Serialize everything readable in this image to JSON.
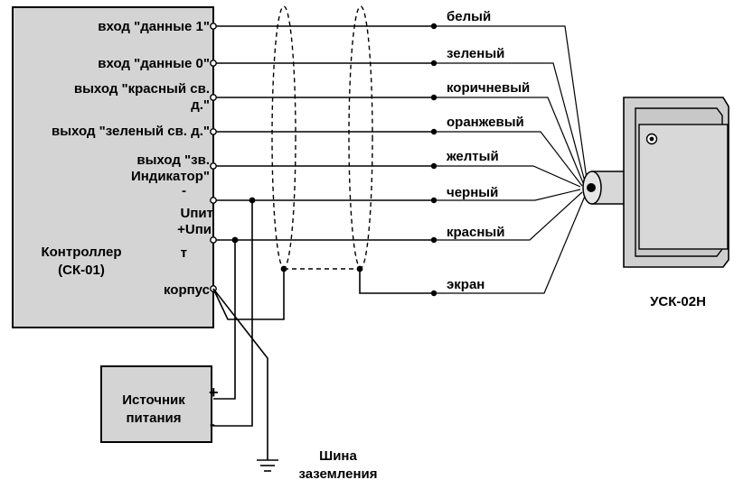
{
  "controller": {
    "title_line1": "Контроллер",
    "title_line2": "(СК-01)",
    "terminals": [
      {
        "label": "вход \"данные 1\""
      },
      {
        "label": "вход \"данные 0\""
      },
      {
        "label_line1": "выход \"красный св.",
        "label_line2": "д.\""
      },
      {
        "label": "выход \"зеленый св. д.\""
      },
      {
        "label_line1": "выход \"зв.",
        "label_line2": "Индикатор\""
      },
      {
        "label_line1": "-",
        "label_line2": "Uпит"
      },
      {
        "label_line1": "+Uпи",
        "label_line2": "т"
      },
      {
        "label": "корпус"
      }
    ]
  },
  "wires": [
    {
      "color": "белый"
    },
    {
      "color": "зеленый"
    },
    {
      "color": "коричневый"
    },
    {
      "color": "оранжевый"
    },
    {
      "color": "желтый"
    },
    {
      "color": "черный"
    },
    {
      "color": "красный"
    },
    {
      "color": "экран"
    }
  ],
  "power_supply": {
    "title_line1": "Источник",
    "title_line2": "питания",
    "plus": "+",
    "minus": "-"
  },
  "ground": {
    "label_line1": "Шина",
    "label_line2": "заземления"
  },
  "reader": {
    "label": "УСК-02Н"
  },
  "colors": {
    "controller_fill": "#d4d4d4",
    "reader_fill": "#d0d0d0",
    "line": "#000000"
  }
}
